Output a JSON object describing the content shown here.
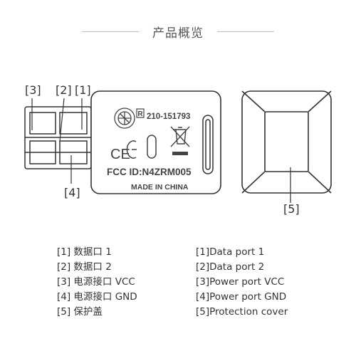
{
  "header": {
    "title": "产品概览"
  },
  "device": {
    "approval_code": "210-151793",
    "fcc_id": "FCC ID:N4ZRM005",
    "origin": "MADE IN CHINA",
    "r_mark": "R",
    "ce_mark": "CE"
  },
  "callouts": {
    "c1": "[1]",
    "c2": "[2]",
    "c3": "[3]",
    "c4": "[4]",
    "c5": "[5]"
  },
  "legend": {
    "cn": [
      "[1] 数据口 1",
      "[2] 数据口 2",
      "[3] 电源接口 VCC",
      "[4] 电源接口 GND",
      "[5] 保护盖"
    ],
    "en": [
      "[1]Data port 1",
      "[2]Data port 2",
      "[3]Power port VCC",
      "[4]Power port GND",
      "[5]Protection cover"
    ]
  }
}
